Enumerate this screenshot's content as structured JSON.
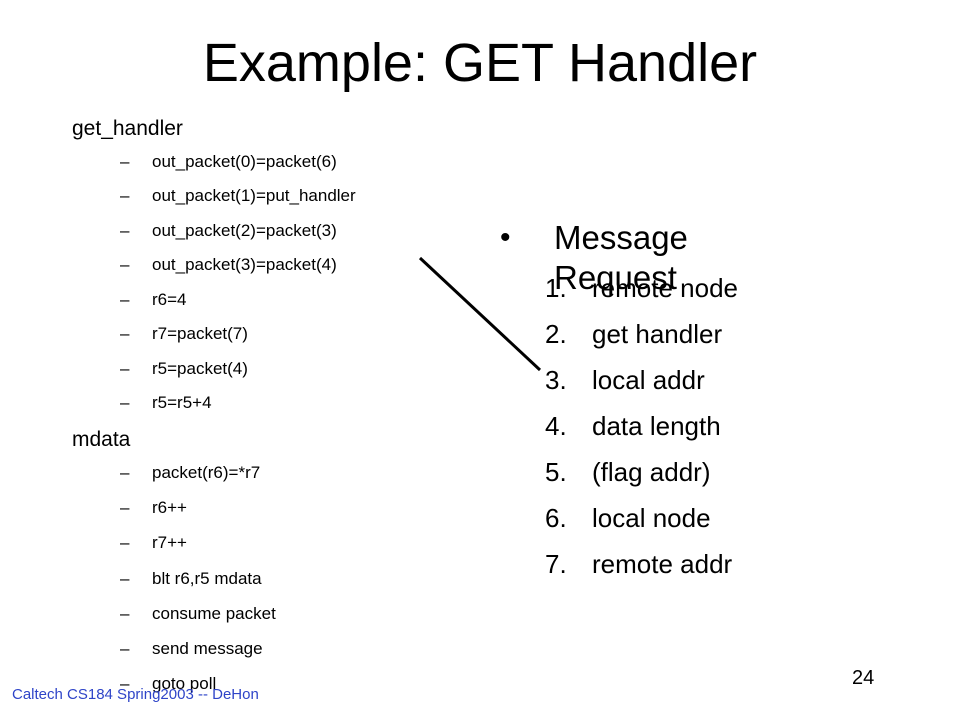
{
  "slide": {
    "title": "Example: GET Handler",
    "page_number": "24",
    "footer": "Caltech CS184 Spring2003 -- DeHon"
  },
  "code": {
    "sections": [
      {
        "name": "get_handler",
        "items": [
          "out_packet(0)=packet(6)",
          "out_packet(1)=put_handler",
          "out_packet(2)=packet(3)",
          "out_packet(3)=packet(4)",
          "r6=4",
          "r7=packet(7)",
          "r5=packet(4)",
          "r5=r5+4"
        ]
      },
      {
        "name": "mdata",
        "items": [
          "packet(r6)=*r7",
          "r6++",
          "r7++",
          "blt r6,r5 mdata",
          "consume packet",
          "send message",
          "goto poll"
        ]
      }
    ],
    "dash": "–"
  },
  "request": {
    "bullet": "•",
    "title": "Message Request",
    "items": [
      {
        "num": "1.",
        "label": "remote node"
      },
      {
        "num": "2.",
        "label": "get handler"
      },
      {
        "num": "3.",
        "label": "local addr"
      },
      {
        "num": "4.",
        "label": "data length"
      },
      {
        "num": "5.",
        "label": "(flag addr)"
      },
      {
        "num": "6.",
        "label": "local node"
      },
      {
        "num": "7.",
        "label": "remote addr"
      }
    ]
  }
}
